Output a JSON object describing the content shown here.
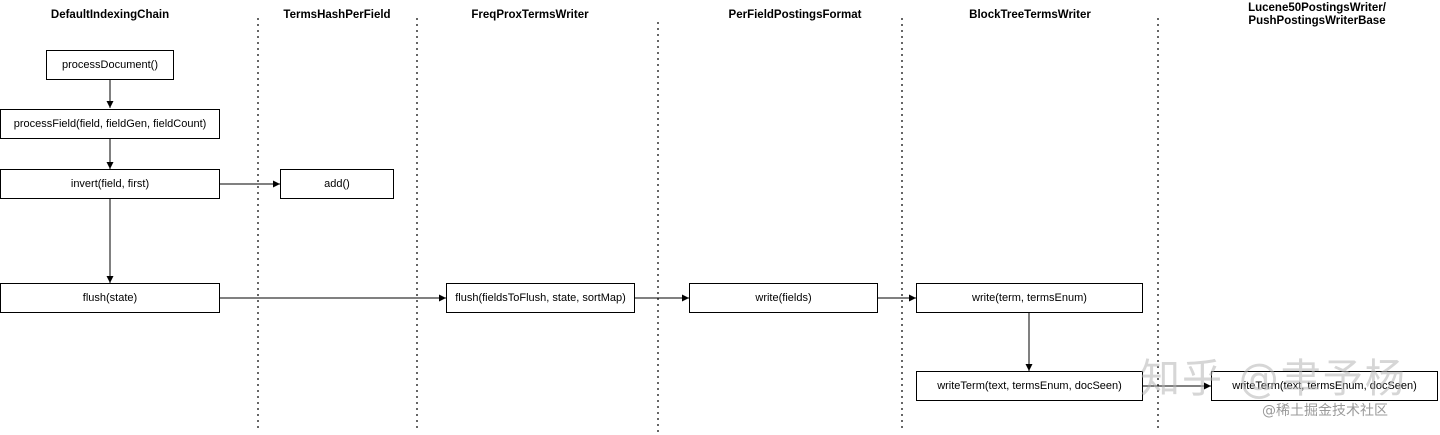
{
  "lanes": [
    {
      "title": "DefaultIndexingChain"
    },
    {
      "title": "TermsHashPerField"
    },
    {
      "title": "FreqProxTermsWriter"
    },
    {
      "title": "PerFieldPostingsFormat"
    },
    {
      "title": "BlockTreeTermsWriter"
    },
    {
      "title": "Lucene50PostingsWriter/",
      "title2": "PushPostingsWriterBase"
    }
  ],
  "boxes": {
    "process_document": "processDocument()",
    "process_field": "processField(field, fieldGen, fieldCount)",
    "invert": "invert(field, first)",
    "add": "add()",
    "flush_state": "flush(state)",
    "flush_fields": "flush(fieldsToFlush, state, sortMap)",
    "write_fields": "write(fields)",
    "write_term": "write(term, termsEnum)",
    "write_term_seen": "writeTerm(text, termsEnum, docSeen)",
    "write_term_base": "writeTerm(text, termsEnum, docSeen)"
  },
  "watermark": {
    "main": "知乎 @聿予杨",
    "sub": "@稀土掘金技术社区"
  }
}
